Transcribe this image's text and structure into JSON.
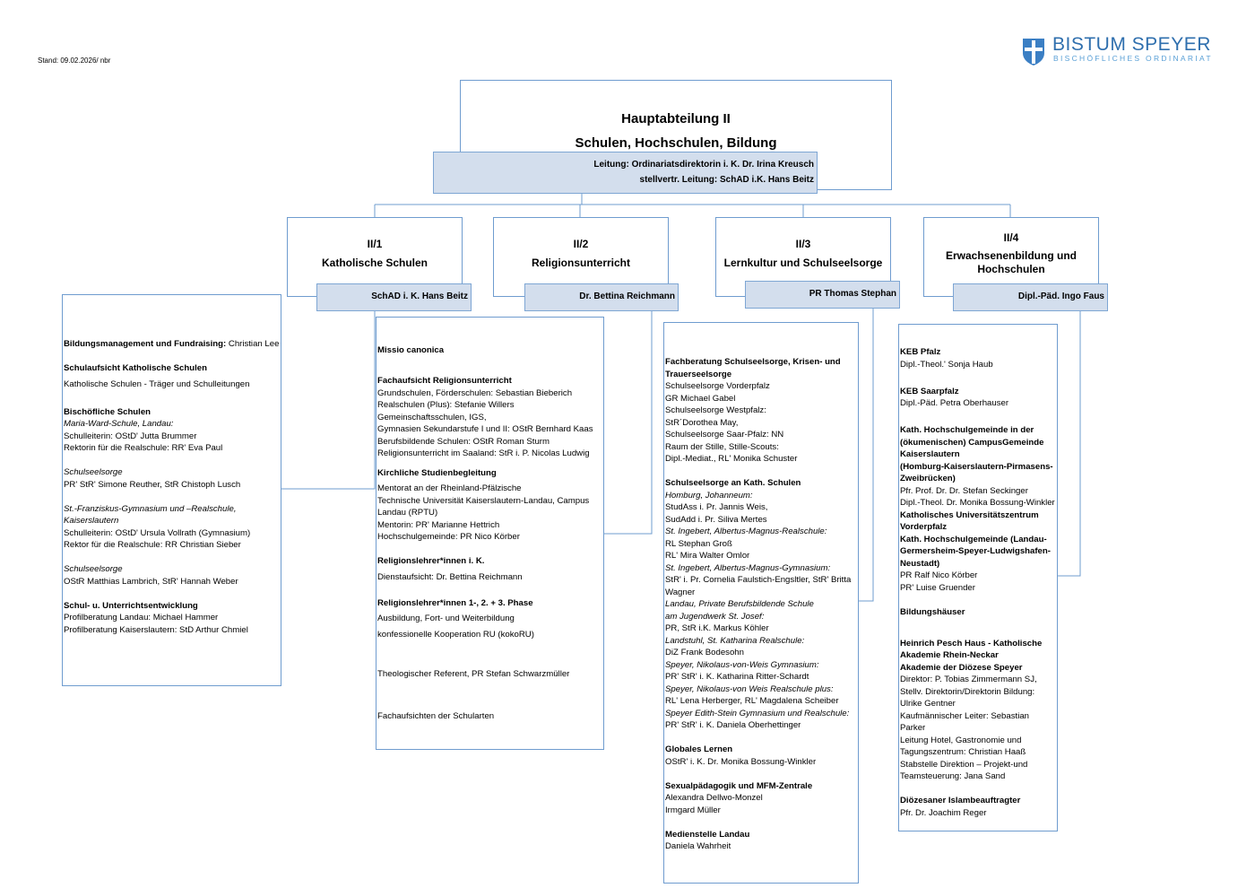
{
  "stand": "Stand: 09.02.2026/ nbr",
  "logo": {
    "name": "BISTUM SPEYER",
    "subtitle": "BISCHÖFLICHES ORDINARIAT"
  },
  "main": {
    "title1": "Hauptabteilung II",
    "title2": "Schulen, Hochschulen, Bildung",
    "lead1": "Leitung: Ordinariatsdirektorin i. K. Dr. Irina Kreusch",
    "lead2": "stellvertr. Leitung: SchAD i.K. Hans Beitz"
  },
  "departments": [
    {
      "code": "II/1",
      "name": "Katholische Schulen",
      "head": "SchAD i. K. Hans Beitz"
    },
    {
      "code": "II/2",
      "name": "Religionsunterricht",
      "head": "Dr. Bettina Reichmann"
    },
    {
      "code": "II/3",
      "name": "Lernkultur und Schulseelsorge",
      "head": "PR Thomas Stephan"
    },
    {
      "code": "II/4",
      "name_line1": "Erwachsenenbildung und",
      "name_line2": "Hochschulen",
      "head": "Dipl.-Päd. Ingo Faus"
    }
  ],
  "col1": {
    "bm_label": "Bildungsmanagement und Fundraising:",
    "bm_name": " Christian Lee",
    "l1": "Schulaufsicht Katholische Schulen",
    "l2": "Katholische Schulen - Träger und Schulleitungen",
    "l3": "Bischöfliche Schulen",
    "l4": "Maria-Ward-Schule, Landau:",
    "l5": "Schulleiterin: OStD' Jutta Brummer",
    "l6": "Rektorin für die Realschule: RR' Eva Paul",
    "l7": "Schulseelsorge",
    "l8": "PR' StR' Simone Reuther, StR Chistoph Lusch",
    "l9": "St.-Franziskus-Gymnasium und –Realschule,",
    "l10": "Kaiserslautern",
    "l11": "Schulleiterin: OStD' Ursula Vollrath (Gymnasium)",
    "l12": "Rektor für die Realschule: RR Christian Sieber",
    "l13": "Schulseelsorge",
    "l14": "OStR Matthias Lambrich, StR' Hannah Weber",
    "l15": "Schul- u. Unterrichtsentwicklung",
    "l16": "Profilberatung Landau: Michael Hammer",
    "l17": "Profilberatung Kaiserslautern: StD Arthur Chmiel"
  },
  "col2": {
    "l1": "Missio canonica",
    "l2": "Fachaufsicht Religionsunterricht",
    "l3": "Grundschulen, Förderschulen: Sebastian Bieberich",
    "l4": "Realschulen (Plus): Stefanie Willers",
    "l5": "Gemeinschaftsschulen, IGS,",
    "l6": "Gymnasien Sekundarstufe  I und II: OStR Bernhard Kaas",
    "l7": "Berufsbildende Schulen: OStR Roman Sturm",
    "l8": "Religionsunterricht im Saaland: StR i. P. Nicolas Ludwig",
    "l9": "Kirchliche Studienbegleitung",
    "l10": "Mentorat an der Rheinland-Pfälzische",
    "l11": "Technische Universität Kaiserslautern-Landau, Campus",
    "l12": "Landau  (RPTU)",
    "l13": "Mentorin: PR' Marianne Hettrich",
    "l14": "Hochschulgemeinde: PR Nico Körber",
    "l15": "Religionslehrer*innen i. K.",
    "l16": "Dienstaufsicht: Dr. Bettina Reichmann",
    "l17": "Religionslehrer*innen 1-, 2. + 3. Phase",
    "l18": "Ausbildung, Fort- und Weiterbildung",
    "l19": "konfessionelle Kooperation RU (kokoRU)",
    "l20": "Theologischer Referent, PR Stefan Schwarzmüller",
    "l21": "Fachaufsichten der Schularten"
  },
  "col3": {
    "l1": "Fachberatung Schulseelsorge, Krisen- und",
    "l2": "Trauerseelsorge",
    "l3": "Schulseelsorge Vorderpfalz",
    "l4": " GR Michael Gabel",
    "l5": "Schulseelsorge Westpfalz:",
    "l6": "StR´Dorothea May,",
    "l7": "Schulseelsorge Saar-Pfalz: NN",
    "l8": "Raum der Stille, Stille-Scouts:",
    "l9": "Dipl.-Mediat., RL' Monika Schuster",
    "l10": "Schulseelsorge an Kath. Schulen",
    "l11": "Homburg, Johanneum:",
    "l12": "StudAss i. Pr. Jannis Weis,",
    "l13": "SudAdd i. Pr. Siliva Mertes",
    "l14": "St. Ingebert, Albertus-Magnus-Realschule:",
    "l15": "RL Stephan Groß",
    "l16": "RL' Mira Walter Omlor",
    "l17": "St. Ingebert, Albertus-Magnus-Gymnasium:",
    "l18": "StR' i. Pr. Cornelia Faulstich-Engsltler, StR' Britta",
    "l19": "Wagner",
    "l20": "Landau,  Private Berufsbildende Schule",
    "l21": "am Jugendwerk St. Josef:",
    "l22": "PR, StR i.K. Markus Köhler",
    "l23": "Landstuhl, St. Katharina Realschule:",
    "l24": "DiZ Frank Bodesohn",
    "l25": "Speyer, Nikolaus-von-Weis Gymnasium:",
    "l26": "PR' StR' i. K. Katharina Ritter-Schardt",
    "l27": "Speyer, Nikolaus-von Weis Realschule plus:",
    "l28": "RL' Lena Herberger, RL' Magdalena Scheiber",
    "l29": "Speyer Edith-Stein Gymnasium und Realschule:",
    "l30": "PR' StR' i. K. Daniela Oberhettinger",
    "l31": "Globales Lernen",
    "l32": "OStR' i. K. Dr. Monika Bossung-Winkler",
    "l33": "Sexualpädagogik und MFM-Zentrale",
    "l34": "Alexandra Dellwo-Monzel",
    "l35": "Irmgard Müller",
    "l36": "Medienstelle Landau",
    "l37": "Daniela Wahrheit"
  },
  "col4": {
    "l1": "KEB Pfalz",
    "l2": "Dipl.-Theol.' Sonja Haub",
    "l3": "KEB Saarpfalz",
    "l4": "Dipl.-Päd. Petra Oberhauser",
    "l5": "Kath. Hochschulgemeinde in der",
    "l6": "(ökumenischen) CampusGemeinde",
    "l7": "Kaiserslautern",
    "l8": " (Homburg-Kaiserslautern-Pirmasens-",
    "l9": "Zweibrücken)",
    "l10": "Pfr. Prof. Dr. Dr. Stefan Seckinger",
    "l11": "Dipl.-Theol. Dr. Monika Bossung-Winkler",
    "l12": "Katholisches Universitätszentrum",
    "l13": "Vorderpfalz",
    "l14": "Kath. Hochschulgemeinde (Landau-",
    "l15": "Germersheim-Speyer-Ludwigshafen-",
    "l16": "Neustadt)",
    "l17": "PR Ralf Nico Körber",
    "l18": "PR' Luise Gruender",
    "l19": "Bildungshäuser",
    "l20": "Heinrich Pesch Haus - Katholische",
    "l21": "Akademie Rhein-Neckar",
    "l22": "Akademie der Diözese Speyer",
    "l23": "Direktor:  P. Tobias Zimmermann SJ,",
    "l24": "Stellv. Direktorin/Direktorin Bildung:",
    "l25": "Ulrike Gentner",
    "l26": "Kaufmännischer Leiter: Sebastian Parker",
    "l27": "Leitung Hotel, Gastronomie und",
    "l28": "Tagungszentrum: Christian Haaß",
    "l29": "Stabstelle Direktion – Projekt-und",
    "l30": "Teamsteuerung: Jana Sand",
    "l31": "Diözesaner Islambeauftragter",
    "l32": "Pfr. Dr. Joachim Reger"
  }
}
